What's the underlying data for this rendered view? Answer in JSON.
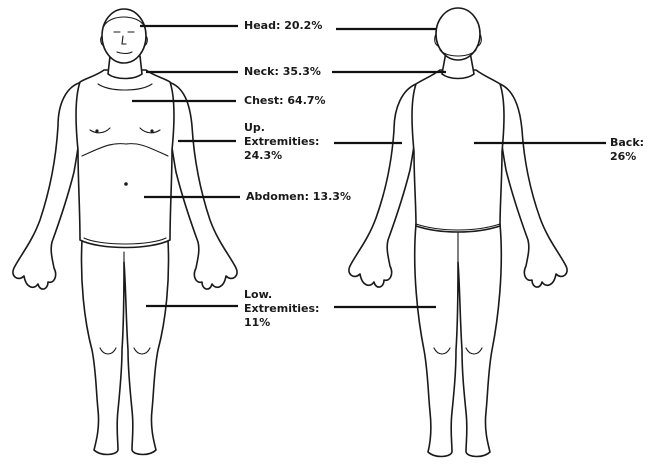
{
  "labels": {
    "head": "Head: 20.2%",
    "neck": "Neck: 35.3%",
    "chest": "Chest: 64.7%",
    "up_extremities": "Up.\nExtremities:\n24.3%",
    "abdomen": "Abdomen: 13.3%",
    "low_extremities": "Low.\nExtremities:\n11%",
    "back": "Back: 26%"
  },
  "colors": {
    "ink": "#1a1a1a",
    "background": "#ffffff"
  }
}
